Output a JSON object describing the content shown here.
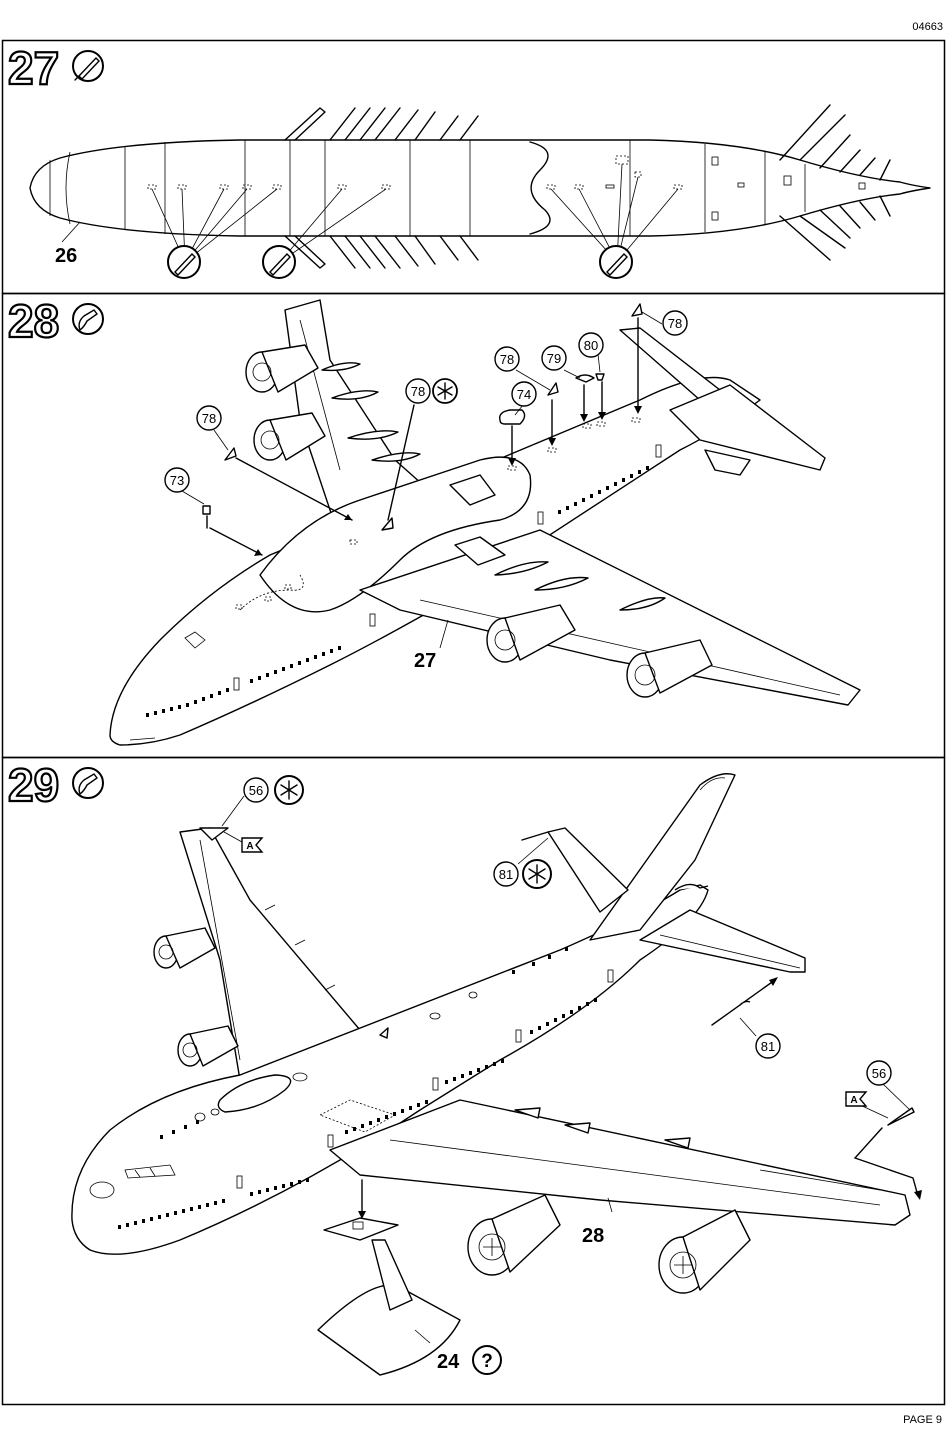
{
  "header": {
    "code": "04663"
  },
  "footer": {
    "page": "PAGE 9"
  },
  "steps": [
    {
      "number": "27",
      "icon": "glue-tube-icon",
      "callouts": {
        "part_label": "26"
      }
    },
    {
      "number": "28",
      "icon": "glue-bottle-icon",
      "callouts": {
        "part_78_a": "78",
        "part_78_b": "78",
        "part_78_c": "78",
        "part_78_d": "78",
        "part_79": "79",
        "part_80": "80",
        "part_74": "74",
        "part_73": "73",
        "part_label": "27"
      }
    },
    {
      "number": "29",
      "icon": "glue-bottle-icon",
      "callouts": {
        "part_56_a": "56",
        "part_56_b": "56",
        "part_81_a": "81",
        "part_81_b": "81",
        "decal_a_1": "A",
        "decal_a_2": "A",
        "part_label_28": "28",
        "part_label_24": "24",
        "optional_mark": "?"
      }
    }
  ]
}
